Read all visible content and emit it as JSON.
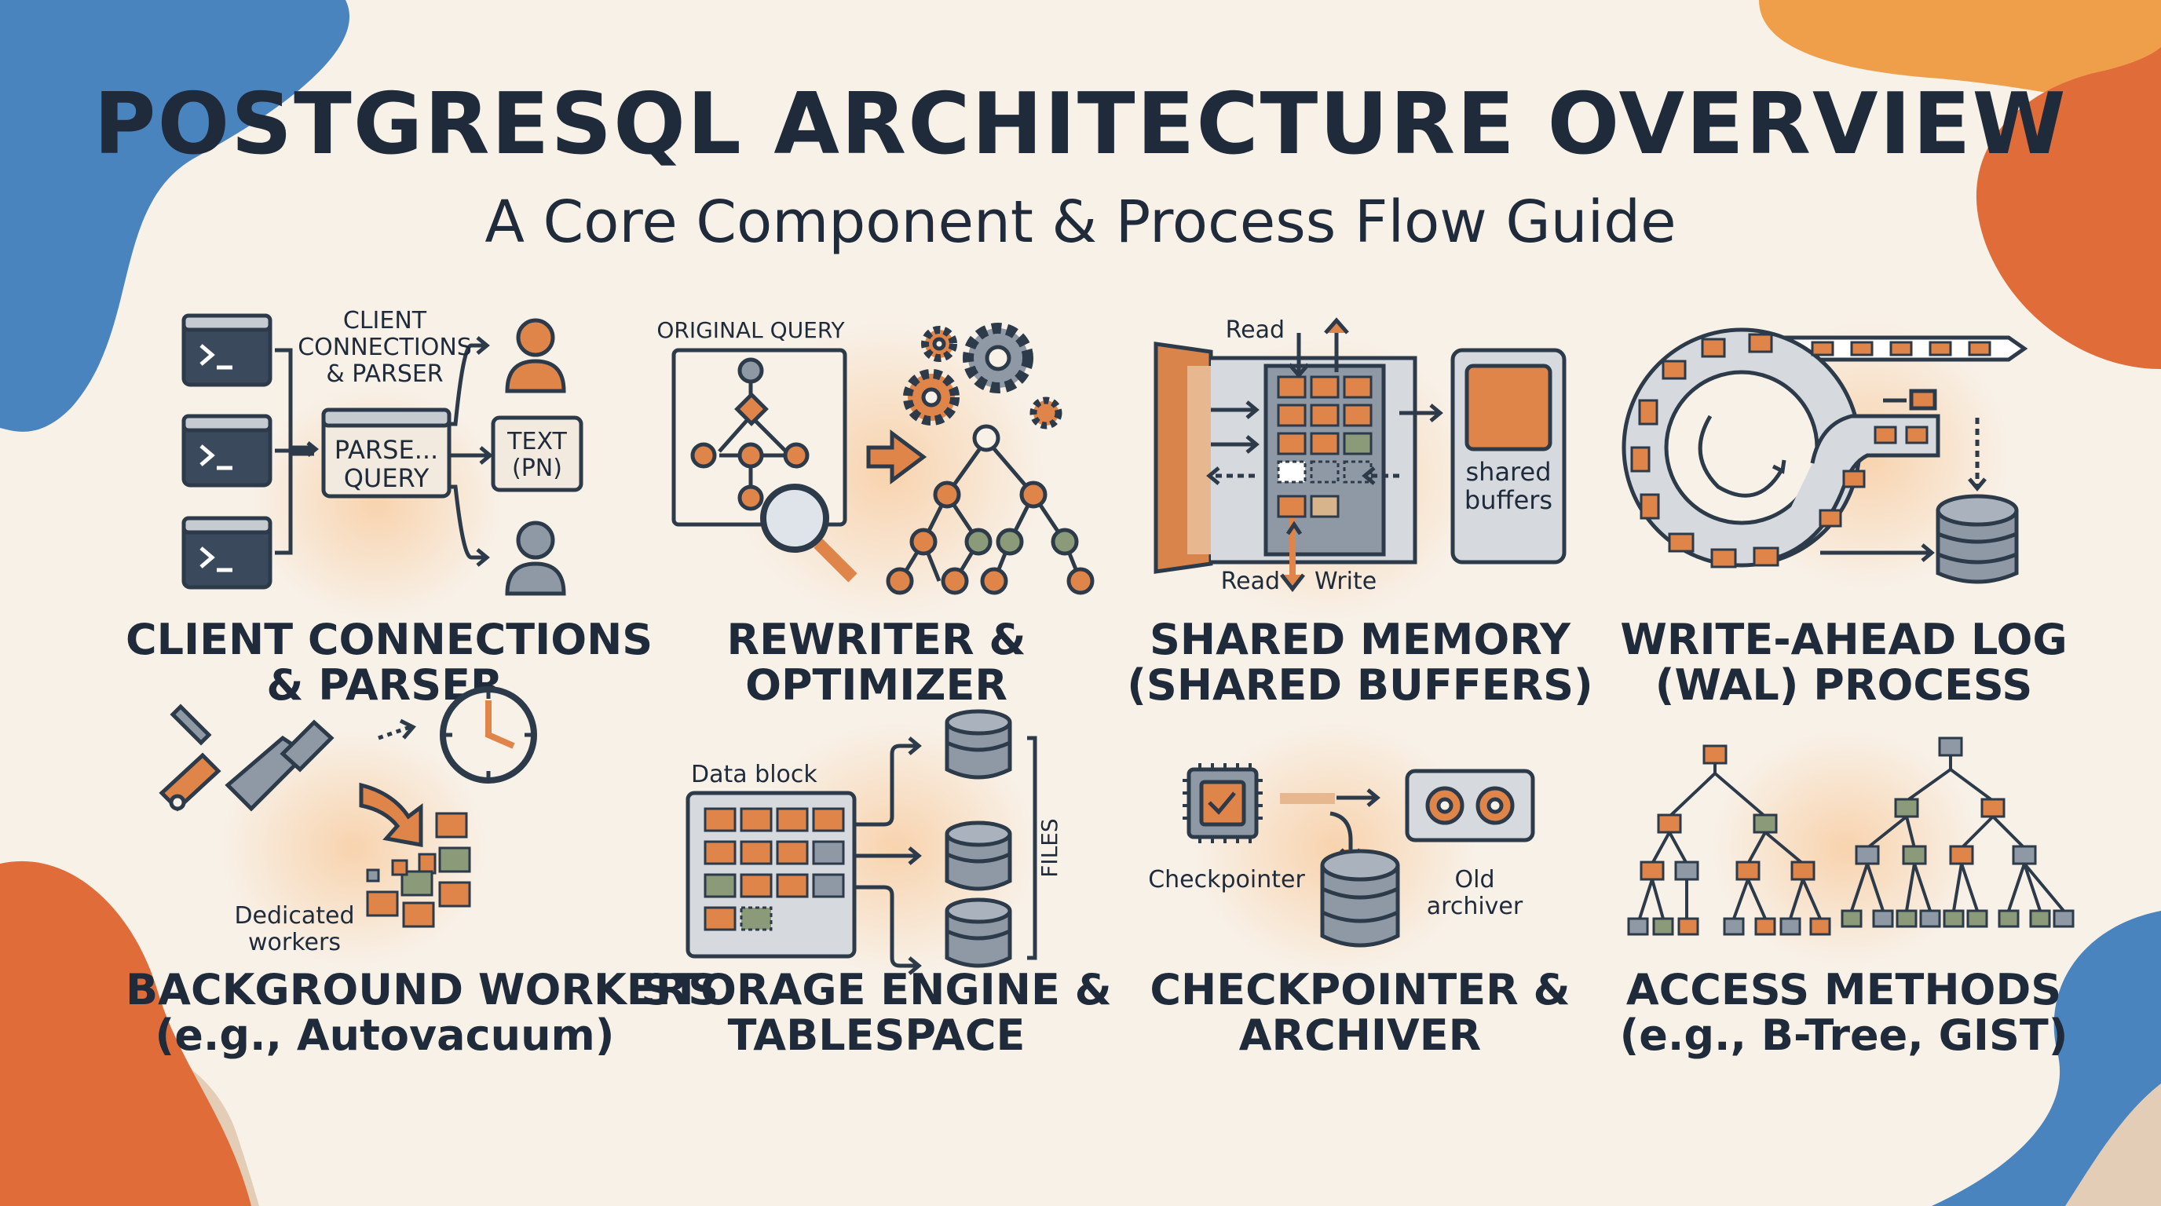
{
  "title": "POSTGRESQL ARCHITECTURE OVERVIEW",
  "subtitle": "A Core Component & Process Flow Guide",
  "colors": {
    "text": "#1f2b3a",
    "accent_orange": "#e0854a",
    "slate_gray": "#8e99a5",
    "sage_green": "#8b9a78",
    "background": "#f8f1e8",
    "blob_blue": "#4a84bf",
    "blob_red": "#e06c3a"
  },
  "panels": [
    {
      "caption": [
        "CLIENT CONNECTIONS",
        "& PARSER"
      ],
      "labels": [
        "CLIENT",
        "CONNECTIONS",
        "& PARSER",
        "PARSE...",
        "QUERY",
        "TEXT",
        "(PN)"
      ],
      "icons": [
        "terminal-icon",
        "user-icon"
      ]
    },
    {
      "caption": [
        "REWRITER &",
        "OPTIMIZER"
      ],
      "labels": [
        "ORIGINAL QUERY"
      ],
      "icons": [
        "gear-icon",
        "magnifier-icon",
        "arrow-icon"
      ]
    },
    {
      "caption": [
        "SHARED MEMORY",
        "(SHARED BUFFERS)"
      ],
      "labels": [
        "Read",
        "Read",
        "Write",
        "shared",
        "buffers"
      ]
    },
    {
      "caption": [
        "WRITE-AHEAD LOG",
        "(WAL) PROCESS"
      ],
      "labels": [],
      "icons": [
        "database-icon"
      ]
    },
    {
      "caption": [
        "BACKGROUND WORKERS",
        "(e.g., Autovacuum)"
      ],
      "labels": [
        "Dedicated",
        "workers"
      ],
      "icons": [
        "wrench-icon",
        "clock-icon"
      ]
    },
    {
      "caption": [
        "STORAGE ENGINE &",
        "TABLESPACE"
      ],
      "labels": [
        "Data block",
        "FILES"
      ],
      "icons": [
        "database-icon"
      ]
    },
    {
      "caption": [
        "CHECKPOINTER &",
        "ARCHIVER"
      ],
      "labels": [
        "Checkpointer",
        "Old",
        "archiver"
      ],
      "icons": [
        "cpu-chip-icon",
        "database-icon",
        "tape-archive-icon"
      ]
    },
    {
      "caption": [
        "ACCESS METHODS",
        "(e.g., B-Tree, GIST)"
      ],
      "labels": []
    }
  ]
}
